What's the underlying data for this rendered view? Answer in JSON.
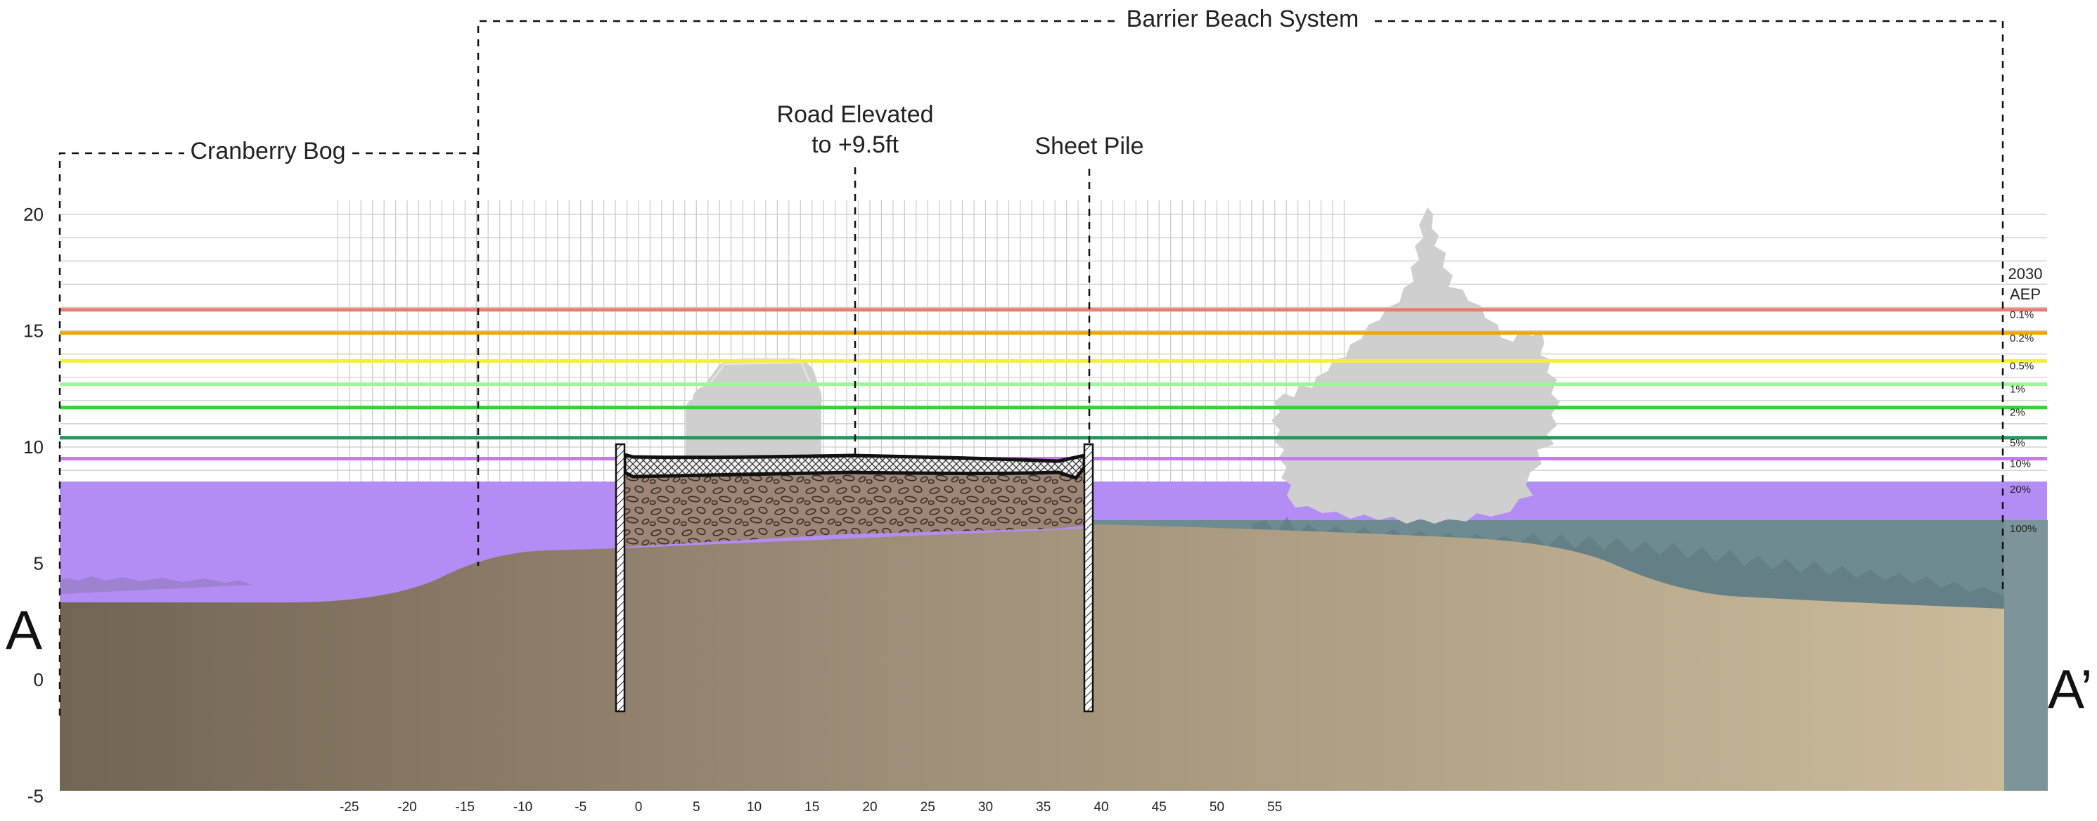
{
  "regions": {
    "cranberry_bog": "Cranberry Bog",
    "barrier_beach": "Barrier Beach System"
  },
  "callouts": {
    "road_line1": "Road Elevated",
    "road_line2": "to +9.5ft",
    "sheet_pile": "Sheet Pile"
  },
  "section_marks": {
    "start": "A",
    "end": "A’"
  },
  "aep": {
    "title_line1": "2030",
    "title_line2": "AEP",
    "levels": [
      {
        "label": "0.1%",
        "elevation": 15.9,
        "color": "#f07a6e"
      },
      {
        "label": "0.2%",
        "elevation": 14.9,
        "color": "#f0a500"
      },
      {
        "label": "0.5%",
        "elevation": 13.7,
        "color": "#f3ef3a"
      },
      {
        "label": "1%",
        "elevation": 12.7,
        "color": "#9ff59a"
      },
      {
        "label": "2%",
        "elevation": 11.7,
        "color": "#2fd62f"
      },
      {
        "label": "5%",
        "elevation": 10.4,
        "color": "#1f9a5a"
      },
      {
        "label": "10%",
        "elevation": 9.5,
        "color": "#c47ce8"
      },
      {
        "label": "20%",
        "elevation": 8.4,
        "color": "#a97ff2"
      },
      {
        "label": "100%",
        "elevation": 6.7,
        "color": "#6d8f96"
      }
    ]
  },
  "axes": {
    "y_ticks": [
      "20",
      "15",
      "10",
      "5",
      "0",
      "-5"
    ],
    "x_ticks": [
      "-25",
      "-20",
      "-15",
      "-10",
      "-5",
      "0",
      "5",
      "10",
      "15",
      "20",
      "25",
      "30",
      "35",
      "40",
      "45",
      "50",
      "55"
    ]
  },
  "colors": {
    "grid": "#c9c9c9",
    "purple_water": "#b48cf5",
    "gray_water": "#6f8b92",
    "silhouette": "#cfcfcf",
    "soil_dark": "#756757",
    "soil_light": "#c8b898",
    "road_fill": "#9c8577"
  }
}
